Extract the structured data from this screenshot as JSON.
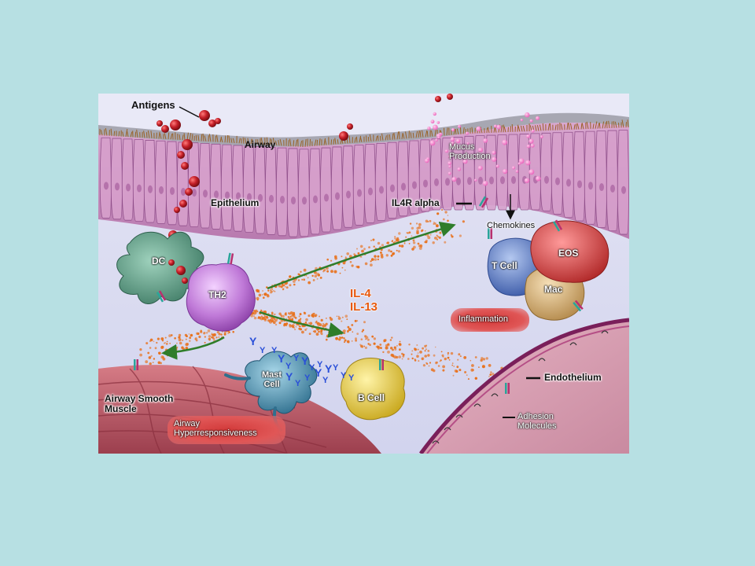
{
  "labels": {
    "antigens": "Antigens",
    "airway": "Airway",
    "epithelium": "Epithelium",
    "mucus_production": [
      "Mucus",
      "Production"
    ],
    "il4r_alpha": "IL4R alpha",
    "chemokines": "Chemokines",
    "dc": "DC",
    "th2": "TH2",
    "il4": "IL-4",
    "il13": "IL-13",
    "t_cell": "T Cell",
    "eos": "EOS",
    "mac": "Mac",
    "inflammation": "Inflammation",
    "mast_cell": [
      "Mast",
      "Cell"
    ],
    "b_cell": "B Cell",
    "endothelium": "Endothelium",
    "airway_smooth_muscle": [
      "Airway Smooth",
      "Muscle"
    ],
    "airway_hyperresponsiveness": [
      "Airway",
      "Hyperresponsiveness"
    ],
    "adhesion_molecules": [
      "Adhesion",
      "Molecules"
    ]
  },
  "colors": {
    "background": "#b7e0e3",
    "panel": "#dcdcf2",
    "epithelium": "#c98fc0",
    "cilia": "#a36a2a",
    "antigen": "#b01f25",
    "mucus": "#f07ac8",
    "cytokine": "#e8701a",
    "arrow": "#2f7d2a",
    "dc_cell": "#5f9e86",
    "th2_cell": "#c07ad8",
    "mast_cell": "#3f86a8",
    "b_cell": "#e2cc40",
    "t_cell": "#5b7ec6",
    "eos_cell": "#d44545",
    "mac_cell": "#d9b77c",
    "muscle": "#c2606e",
    "vessel": "#c9889e",
    "label_red": "#d23a3a",
    "antibody": "#2a4fd8"
  }
}
